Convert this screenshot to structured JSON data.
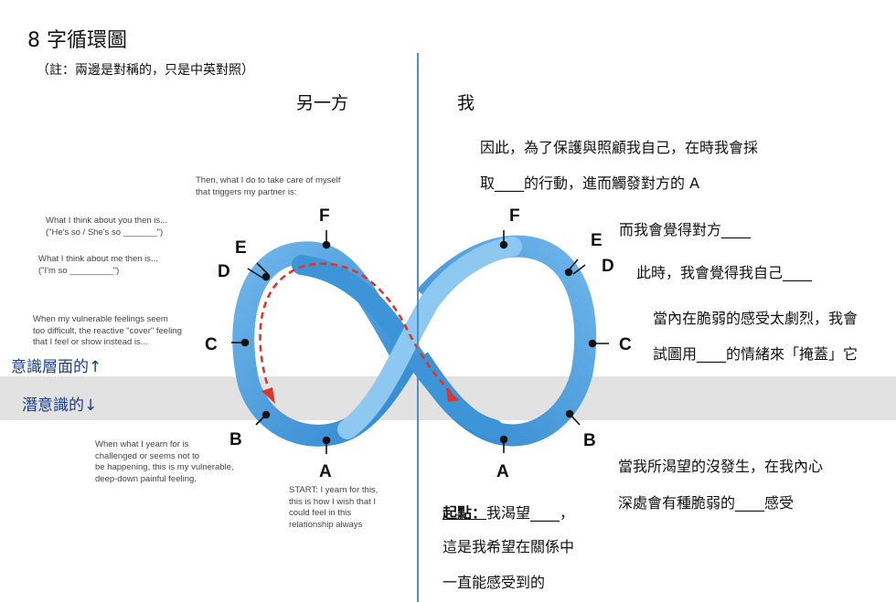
{
  "title": "8 字循環圖",
  "note": "（註：兩邊是對稱的，只是中英對照）",
  "left_header": "另一方",
  "right_header": "我",
  "conscious_label": "意識層面的↑",
  "subconscious_label": "潛意識的↓",
  "point_labels": {
    "A": "A",
    "B": "B",
    "C": "C",
    "D": "D",
    "E": "E",
    "F": "F"
  },
  "english_notes": {
    "F": [
      "Then, what I do to take care of myself",
      "that triggers my partner is:"
    ],
    "E": [
      "What I think about you then is...",
      "(\"He's so / She's so _______\")"
    ],
    "D": [
      "What I think about me then is...",
      "(\"I'm so _________\")"
    ],
    "C": [
      "When my vulnerable feelings seem",
      "too difficult, the reactive \"cover\" feeling",
      "that I feel or show instead is..."
    ],
    "B": [
      "When what I yearn for is",
      "challenged or seems not to",
      "be happening, this is my vulnerable,",
      "deep-down painful feeling."
    ],
    "A": [
      "START: I yearn for this,",
      "this is how I wish that I",
      "could feel in this",
      "relationship always"
    ]
  },
  "chinese_notes": {
    "F_line1": "因此，為了保護與照顧我自己，在時我會採",
    "F_line2": "取____的行動，進而觸發對方的 A",
    "E": "而我會覺得對方____",
    "D": "此時，我會覺得我自己____",
    "C_line1": "當內在脆弱的感受太劇烈，我會",
    "C_line2": "試圖用____的情緒來「掩蓋」它",
    "B_line1": "當我所渴望的沒發生，在我內心",
    "B_line2": "深處會有種脆弱的____感受",
    "A_prefix": "起點：",
    "A_line1": "我渴望____，",
    "A_line2": "這是我希望在關係中",
    "A_line3": "一直能感受到的"
  }
}
